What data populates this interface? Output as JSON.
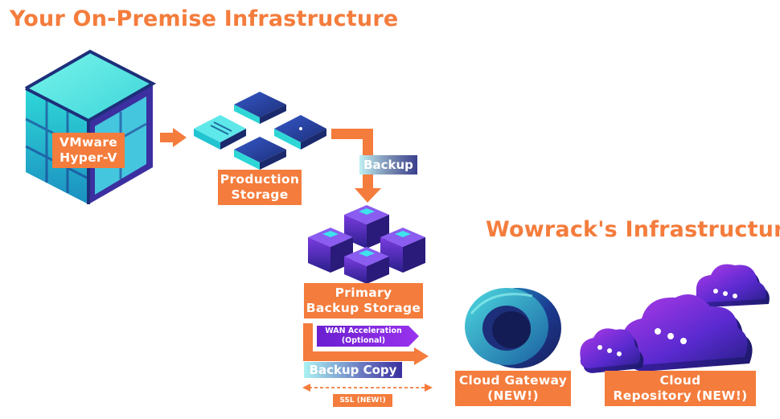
{
  "headings": {
    "on_premise": "Your On-Premise Infrastructure",
    "wowrack": "Wowrack's Infrastructure"
  },
  "nodes": {
    "vmware": {
      "line1": "VMware",
      "line2": "Hyper-V"
    },
    "production_storage": {
      "line1": "Production",
      "line2": "Storage"
    },
    "primary_backup": {
      "line1": "Primary",
      "line2": "Backup Storage"
    },
    "cloud_gateway": {
      "line1": "Cloud Gateway",
      "line2": "(NEW!)"
    },
    "cloud_repository": {
      "line1": "Cloud",
      "line2": "Repository (NEW!)"
    }
  },
  "flows": {
    "backup": "Backup",
    "wan_line1": "WAN Acceleration",
    "wan_line2": "(Optional)",
    "backup_copy": "Backup Copy",
    "ssl": "SSL (NEW!)"
  },
  "colors": {
    "accent_orange": "#f47c3c",
    "cyan": "#3ee6e0",
    "navy": "#1b2a78",
    "purple": "#6a2fd8",
    "violet": "#8a2be2"
  }
}
